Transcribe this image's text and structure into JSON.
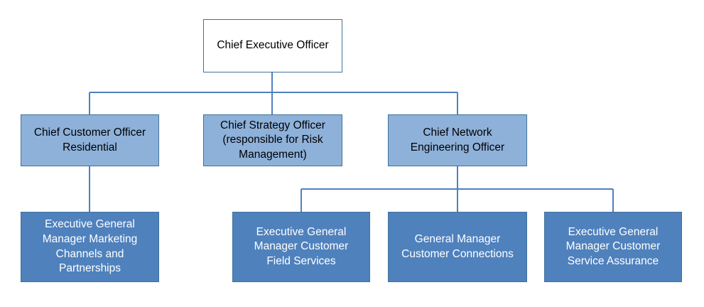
{
  "org_chart": {
    "ceo": {
      "title": "Chief Executive Officer"
    },
    "chief_customer": {
      "title": "Chief Customer Officer\nResidential"
    },
    "chief_strategy": {
      "title": "Chief Strategy Officer\n(responsible for Risk\nManagement)"
    },
    "chief_network": {
      "title": "Chief Network\nEngineering Officer"
    },
    "egm_marketing": {
      "title": "Executive General\nManager Marketing\nChannels and\nPartnerships"
    },
    "egm_field": {
      "title": "Executive General\nManager Customer\nField Services"
    },
    "gm_connections": {
      "title": "General Manager\nCustomer Connections"
    },
    "egm_assurance": {
      "title": "Executive General\nManager Customer\nService Assurance"
    }
  },
  "colors": {
    "connector": "#4f81bd",
    "level1_fill": "#8eb1da",
    "level2_fill": "#4f81bd",
    "border": "#41719c"
  }
}
